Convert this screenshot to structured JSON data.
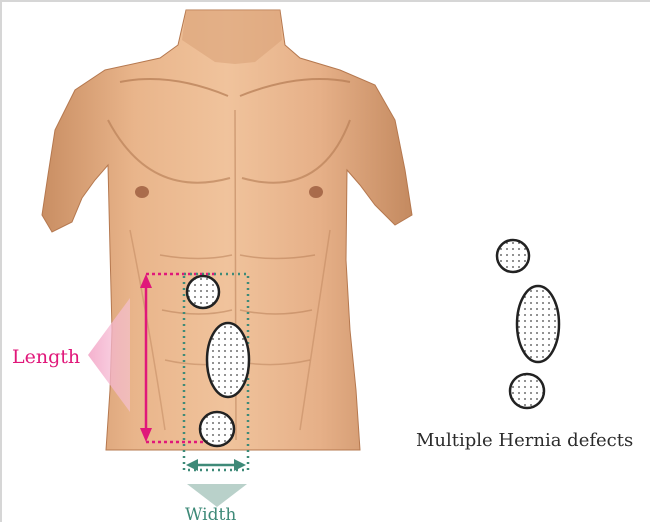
{
  "labels": {
    "length": "Length",
    "width": "Width",
    "multiple_defects": "Multiple Hernia defects"
  },
  "colors": {
    "skin": "#e8b48a",
    "skin_shadow": "#c98e63",
    "length_marker": "#e0187a",
    "width_marker": "#3e8a78",
    "defect_outline": "#222222"
  }
}
